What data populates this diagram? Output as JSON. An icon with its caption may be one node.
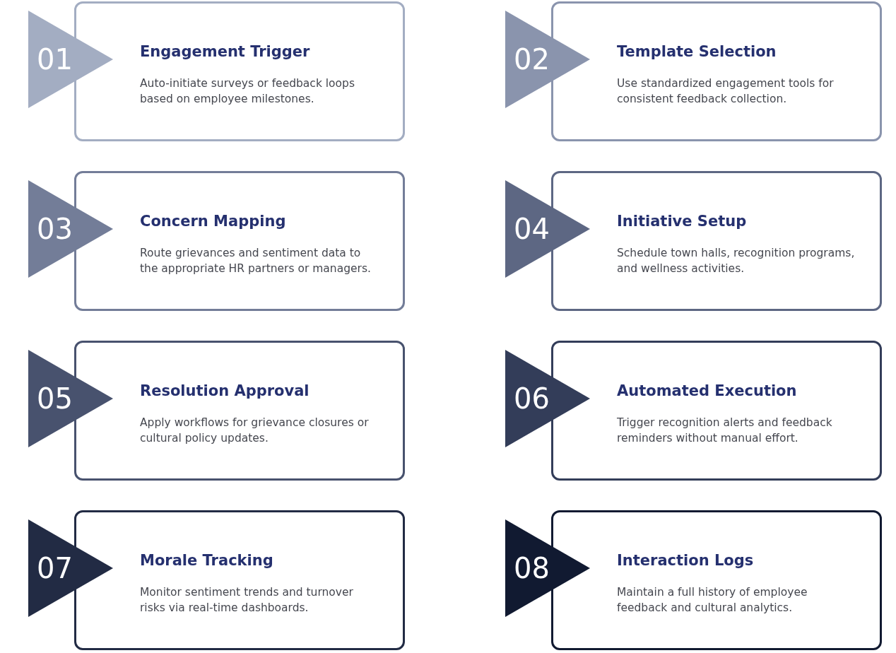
{
  "diagram": {
    "nodes": [
      {
        "text": [
          "01"
        ]
      },
      {
        "text": [
          "Engagement Trigger",
          "Auto-initiate surveys or feedback loops based on employee milestones."
        ]
      },
      {
        "text": [
          "02"
        ]
      },
      {
        "text": [
          "Template Selection",
          "Use standardized engagement tools for consistent feedback collection."
        ]
      },
      {
        "text": [
          "03"
        ]
      },
      {
        "text": [
          "Concern Mapping",
          "Route grievances and sentiment data to the appropriate HR partners or managers."
        ]
      },
      {
        "text": [
          "04"
        ]
      },
      {
        "text": [
          "Initiative Setup",
          "Schedule town halls, recognition programs, and wellness activities."
        ]
      },
      {
        "text": [
          "05"
        ]
      },
      {
        "text": [
          "Resolution Approval",
          "Apply workflows for grievance closures or cultural policy updates."
        ]
      },
      {
        "text": [
          "06"
        ]
      },
      {
        "text": [
          "Automated Execution",
          "Trigger recognition alerts and feedback reminders without manual effort."
        ]
      },
      {
        "text": [
          "07"
        ]
      },
      {
        "text": [
          "Morale Tracking",
          "Monitor sentiment trends and turnover risks via real-time dashboards."
        ]
      },
      {
        "text": [
          "08"
        ]
      },
      {
        "text": [
          "Interaction Logs",
          "Maintain a full history of employee feedback and cultural analytics."
        ]
      }
    ]
  }
}
